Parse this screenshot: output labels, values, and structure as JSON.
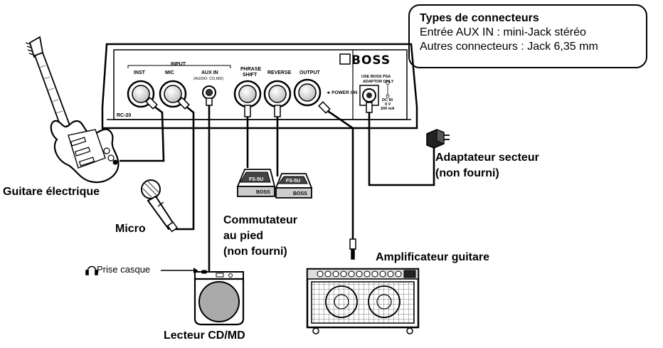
{
  "info_box": {
    "title": "Types de connecteurs",
    "row1": "Entrée AUX IN  :  mini-Jack stéréo",
    "row2": "Autres connecteurs  :  Jack 6,35 mm"
  },
  "panel": {
    "brand": "BOSS",
    "model": "RC-20",
    "input_group": "INPUT",
    "inst": "INST",
    "mic": "MIC",
    "aux_in": "AUX IN",
    "aux_sub": "(AUDIO: CD,MD)",
    "phrase_shift_1": "PHRASE",
    "phrase_shift_2": "SHIFT",
    "reverse": "REVERSE",
    "output": "OUTPUT",
    "power_on": "◄ POWER ON",
    "psa_1": "USE BOSS PSA",
    "psa_2": "ADAPTOR ONLY",
    "dc_1": "DC IN",
    "dc_2": "9 V",
    "dc_3": "200 mA"
  },
  "footswitch": {
    "model": "FS-5U",
    "brand": "BOSS"
  },
  "labels": {
    "guitar": "Guitare électrique",
    "micro": "Micro",
    "footswitch_1": "Commutateur",
    "footswitch_2": "au pied",
    "footswitch_3": "(non fourni)",
    "adapter_1": "Adaptateur secteur",
    "adapter_2": "(non fourni)",
    "amp": "Amplificateur guitare",
    "headphone": "Prise casque",
    "cd": "Lecteur CD/MD"
  },
  "icons": [
    "headphone-icon",
    "electric-guitar-icon",
    "microphone-icon",
    "ac-adapter-icon",
    "footswitch-icon",
    "guitar-amplifier-icon",
    "cd-md-player-icon"
  ]
}
